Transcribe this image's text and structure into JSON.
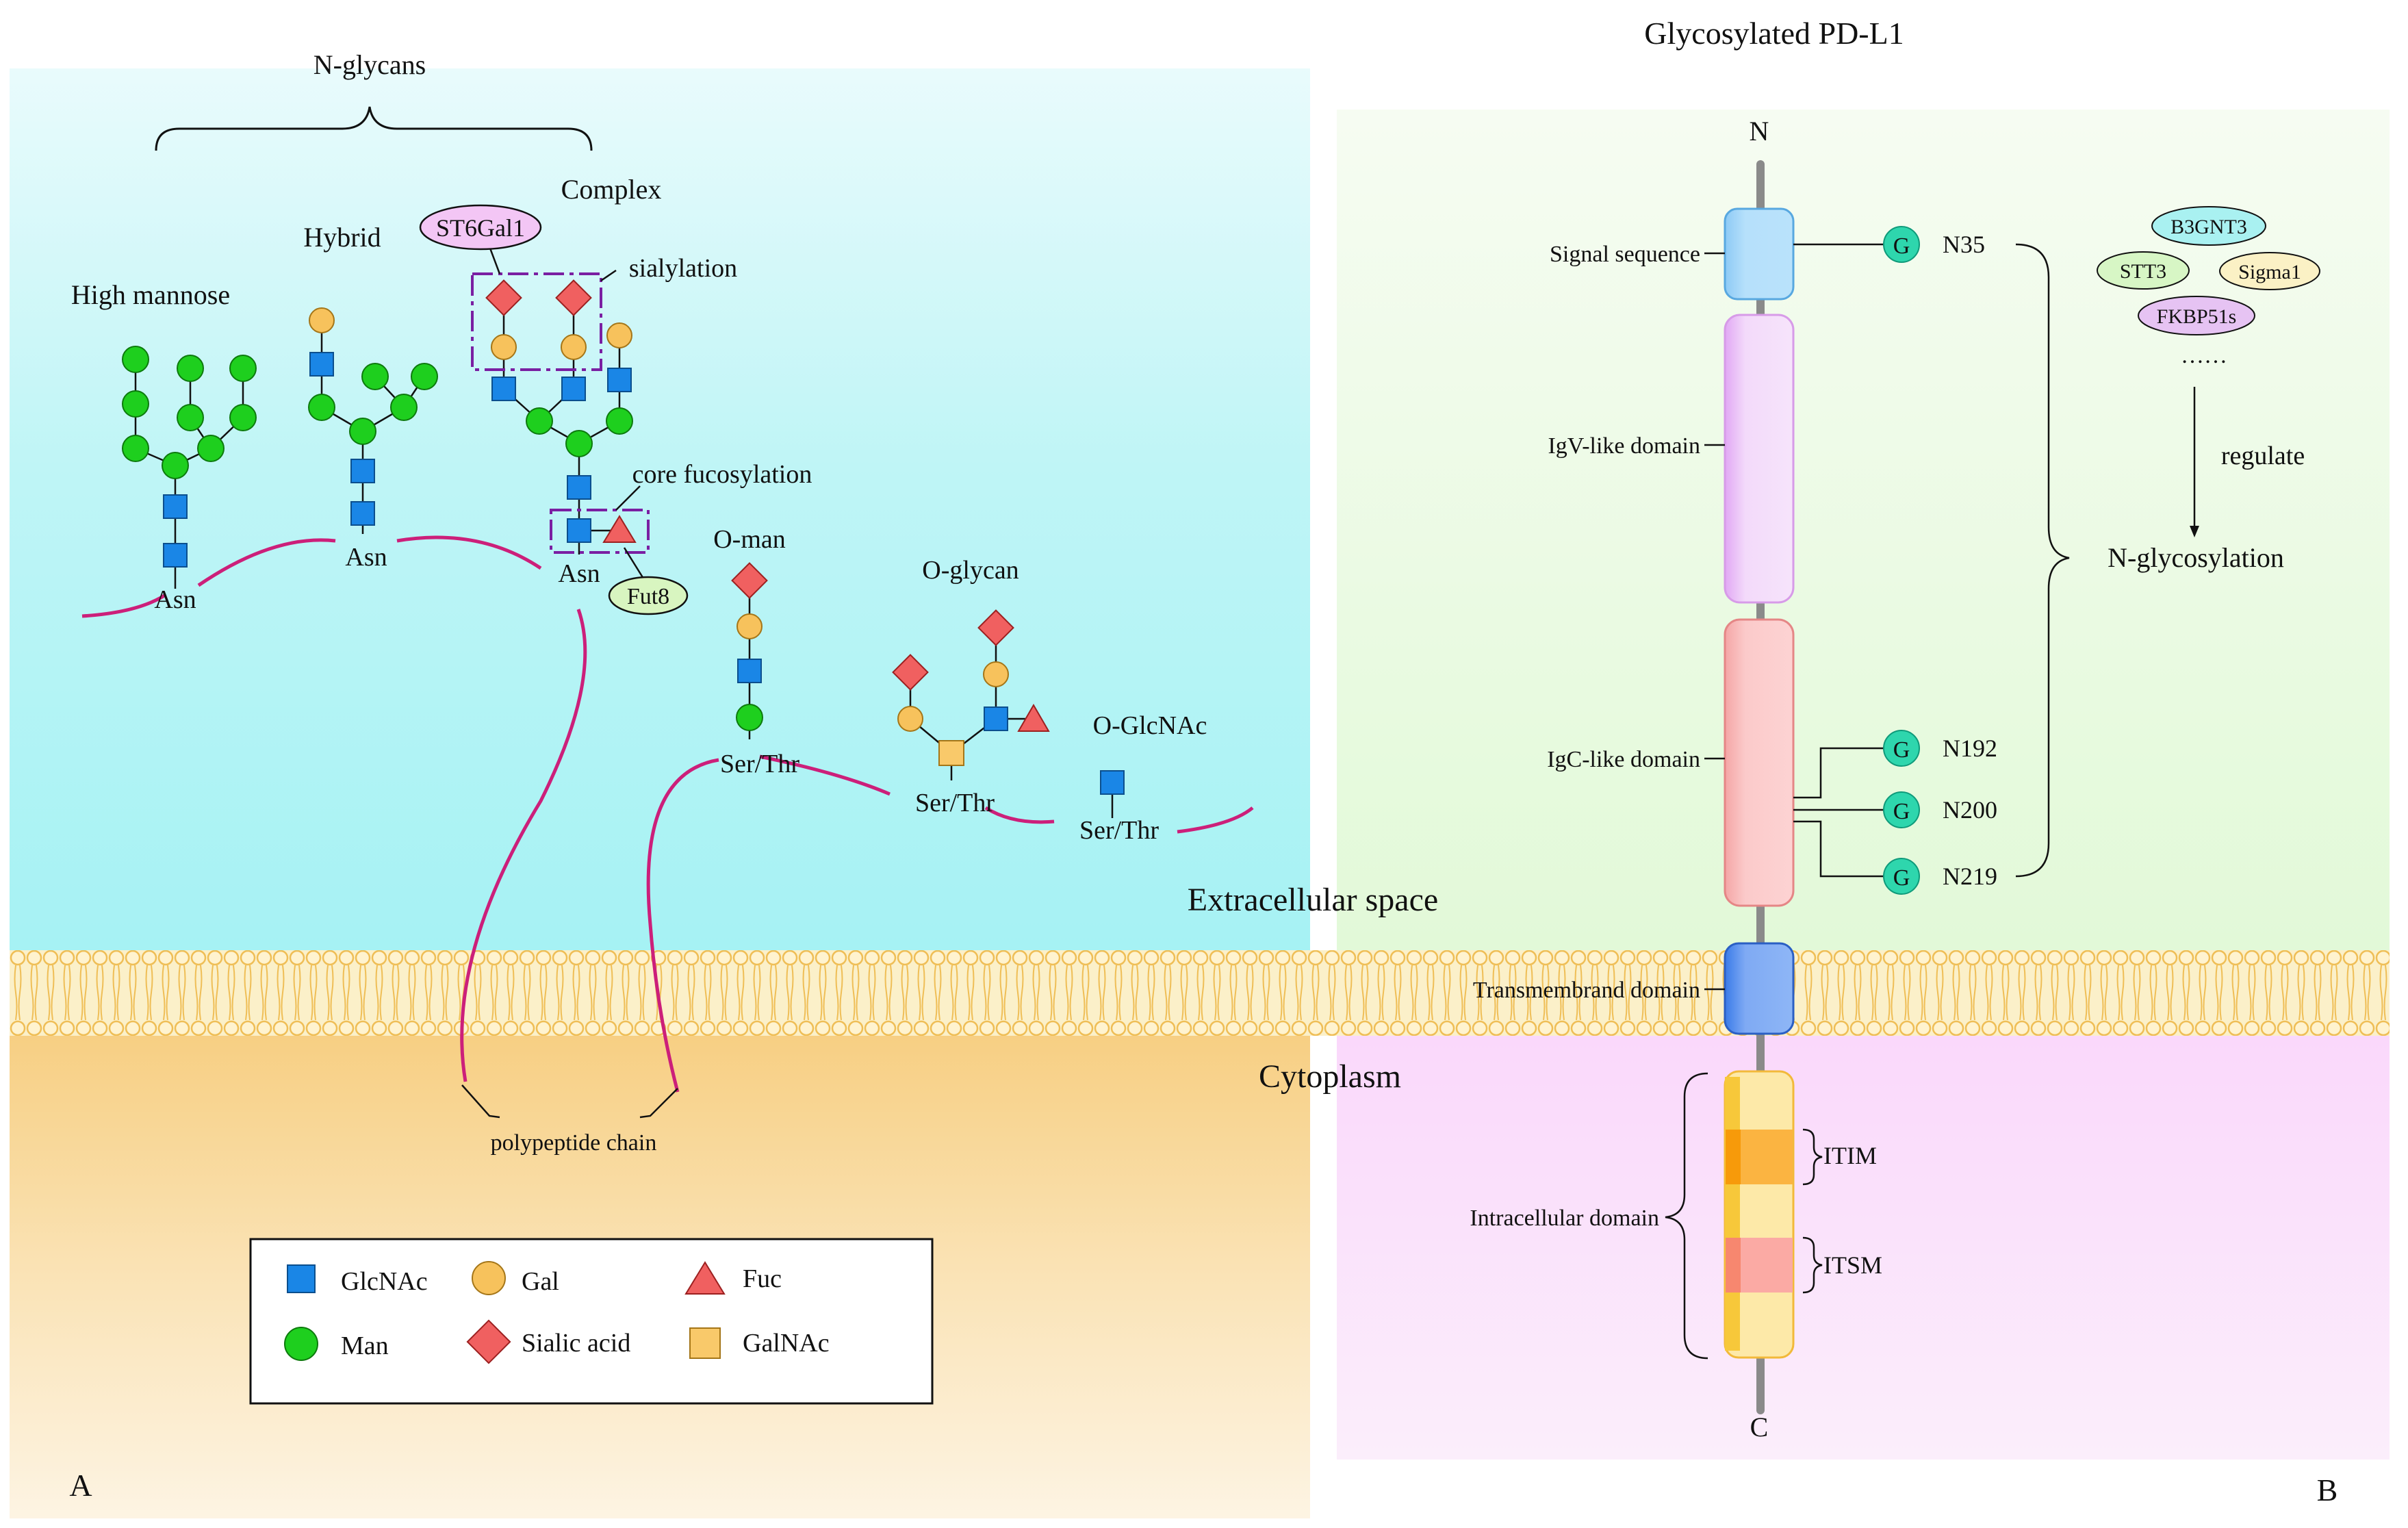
{
  "panel_a": {
    "letter": "A",
    "n_glycans": "N-glycans",
    "complex": "Complex",
    "hybrid": "Hybrid",
    "high_mannose": "High mannose",
    "sialylation": "sialylation",
    "core_fucosylation": "core fucosylation",
    "st6gal1": "ST6Gal1",
    "fut8": "Fut8",
    "asn": "Asn",
    "o_man": "O-man",
    "o_glycan": "O-glycan",
    "o_glcnac": "O-GlcNAc",
    "ser_thr": "Ser/Thr",
    "polypeptide": "polypeptide chain",
    "extracellular": "Extracellular space",
    "cytoplasm": "Cytoplasm",
    "legend": {
      "glcnac": "GlcNAc",
      "gal": "Gal",
      "fuc": "Fuc",
      "man": "Man",
      "sialic": "Sialic acid",
      "galnac": "GalNAc"
    }
  },
  "panel_b": {
    "letter": "B",
    "title": "Glycosylated PD-L1",
    "n_term": "N",
    "c_term": "C",
    "domains": {
      "signal": "Signal sequence",
      "igv": "IgV-like domain",
      "igc": "IgC-like domain",
      "tm": "Transmembrand domain",
      "intra": "Intracellular domain"
    },
    "g": "G",
    "sites": [
      "N35",
      "N192",
      "N200",
      "N219"
    ],
    "itim": "ITIM",
    "itsm": "ITSM",
    "enzymes": [
      "B3GNT3",
      "STT3",
      "Sigma1",
      "FKBP51s"
    ],
    "ellipsis": "……",
    "regulate": "regulate",
    "n_glycosylation": "N-glycosylation"
  },
  "colors": {
    "glcnac": "#1a86e6",
    "man": "#1ecf1e",
    "gal": "#f7c25c",
    "sialic": "#f06060",
    "fuc": "#f06060",
    "galnac": "#f9c96a",
    "chain": "#cc1f7a",
    "dash_box": "#7a1fa2",
    "g_node": "#2ed6ad"
  }
}
